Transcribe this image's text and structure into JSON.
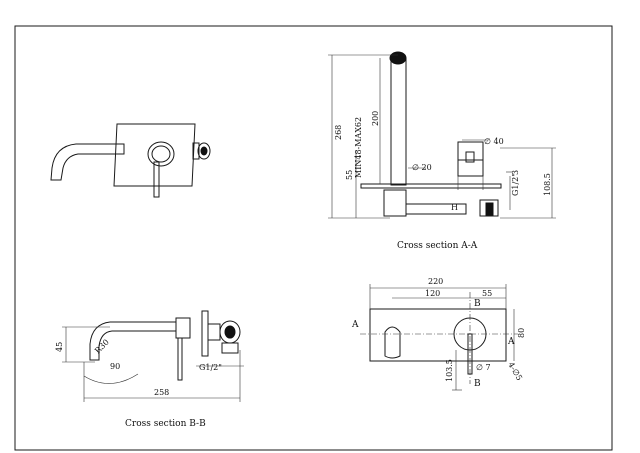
{
  "captions": {
    "section_aa": "Cross section  A-A",
    "section_bb": "Cross section B-B"
  },
  "view_top_right": {
    "total_height": "268",
    "spout_height": "200",
    "wall_range": "MIN48-MAX62",
    "offset": "55",
    "spout_dia": "∅ 20",
    "handle_dia": "∅ 40",
    "step": "3",
    "thread": "G1/2\"",
    "body_height": "108.5",
    "marker_h": "H"
  },
  "view_bottom_left": {
    "height": "45",
    "radius": "R30",
    "angle": "90",
    "thread": "G1/2\"",
    "length": "258"
  },
  "view_bottom_right": {
    "width": "220",
    "half": "120",
    "offset": "55",
    "height": "80",
    "hole_dia": "∅ 7",
    "depth": "103.5",
    "holes": "4-∅5",
    "section_a": "A",
    "section_b": "B"
  }
}
